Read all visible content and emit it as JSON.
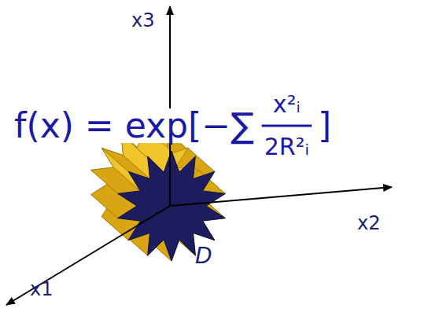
{
  "diagram": {
    "labels": [
      "x3",
      "f(x) = exp[−∑",
      "x²ᵢ",
      "2R²ᵢ",
      "]",
      "x2",
      "D",
      "x1"
    ]
  }
}
